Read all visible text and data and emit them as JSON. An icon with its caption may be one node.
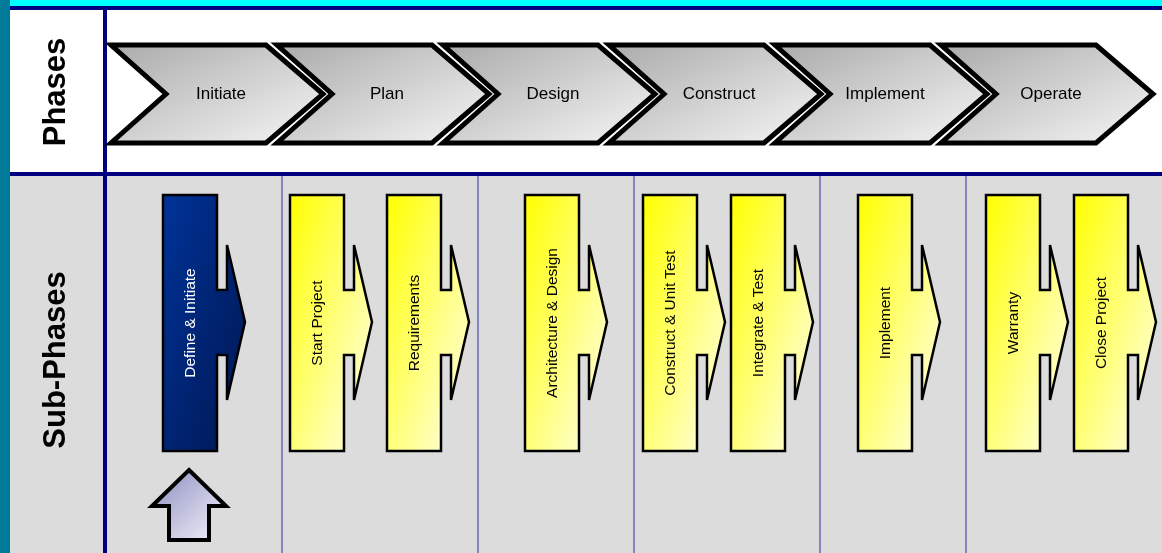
{
  "diagram": {
    "nodes": [
      {
        "text": [
          "Initiate"
        ]
      },
      {
        "text": [
          "Plan"
        ]
      },
      {
        "text": [
          "Design"
        ]
      },
      {
        "text": [
          "Construct"
        ]
      },
      {
        "text": [
          "Implement"
        ]
      },
      {
        "text": [
          "Operate"
        ]
      },
      {
        "text": [
          "Define & Initiate"
        ]
      },
      {
        "text": [
          "Start Project"
        ]
      },
      {
        "text": [
          "Requirements"
        ]
      },
      {
        "text": [
          "Architecture & Design"
        ]
      },
      {
        "text": [
          "Construct & Unit Test"
        ]
      },
      {
        "text": [
          "Integrate & Test"
        ]
      },
      {
        "text": [
          "Implement"
        ]
      },
      {
        "text": [
          "Warranty"
        ]
      },
      {
        "text": [
          "Close Project"
        ]
      }
    ],
    "labels": [
      "Phases",
      "Sub-Phases"
    ]
  }
}
